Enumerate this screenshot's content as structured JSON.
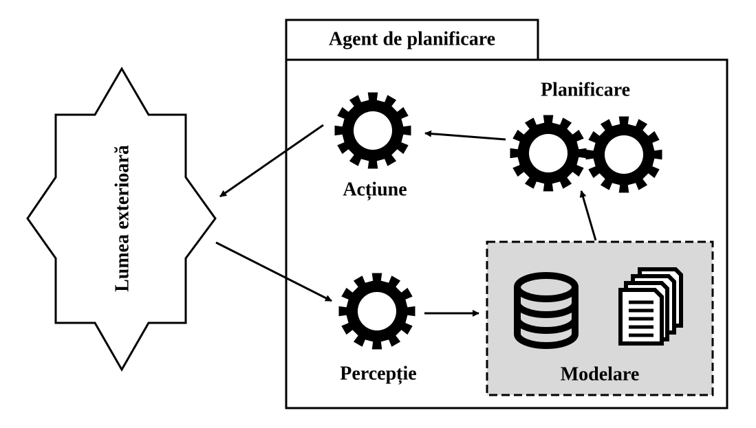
{
  "agent": {
    "title": "Agent de planificare"
  },
  "world": {
    "label": "Lumea exterioară"
  },
  "nodes": {
    "action": "Acțiune",
    "planning": "Planificare",
    "perception": "Percepție",
    "modeling": "Modelare"
  },
  "colors": {
    "stroke": "#000000",
    "modeling_fill": "#d9d9d9",
    "background": "#ffffff"
  },
  "icons": {
    "gear": "gear-icon",
    "database": "database-icon",
    "documents": "documents-icon"
  }
}
